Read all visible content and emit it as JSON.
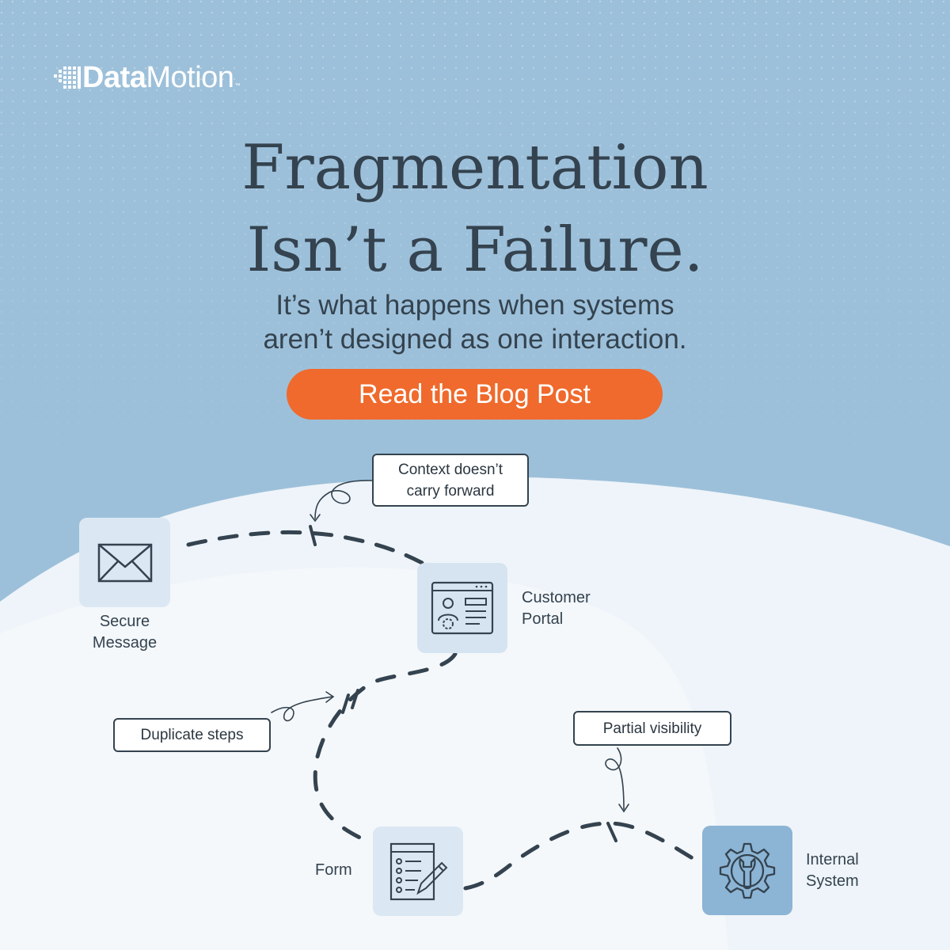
{
  "brand": {
    "logo_bold": "Data",
    "logo_thin": "Motion",
    "trademark": "™"
  },
  "headline": {
    "line1": "Fragmentation",
    "line2": "Isn’t a Failure."
  },
  "subheadline": {
    "line1": "It’s what happens when systems",
    "line2": "aren’t designed as one interaction."
  },
  "cta": {
    "label": "Read the Blog Post"
  },
  "nodes": {
    "secure_message": {
      "line1": "Secure",
      "line2": "Message",
      "icon": "envelope-icon"
    },
    "customer_portal": {
      "line1": "Customer",
      "line2": "Portal",
      "icon": "portal-window-icon"
    },
    "form": {
      "label": "Form",
      "icon": "form-checklist-icon"
    },
    "internal_system": {
      "line1": "Internal",
      "line2": "System",
      "icon": "gear-wrench-icon"
    }
  },
  "callouts": {
    "context": {
      "line1": "Context doesn’t",
      "line2": "carry forward"
    },
    "duplicate": {
      "label": "Duplicate steps"
    },
    "visibility": {
      "label": "Partial visibility"
    }
  },
  "colors": {
    "sky": "#9dc0da",
    "ground": "#eef4f9",
    "text": "#34434f",
    "accent": "#ef6a2c",
    "tile_light": "#dbe8f3",
    "tile_dark": "#8cb4d5"
  }
}
